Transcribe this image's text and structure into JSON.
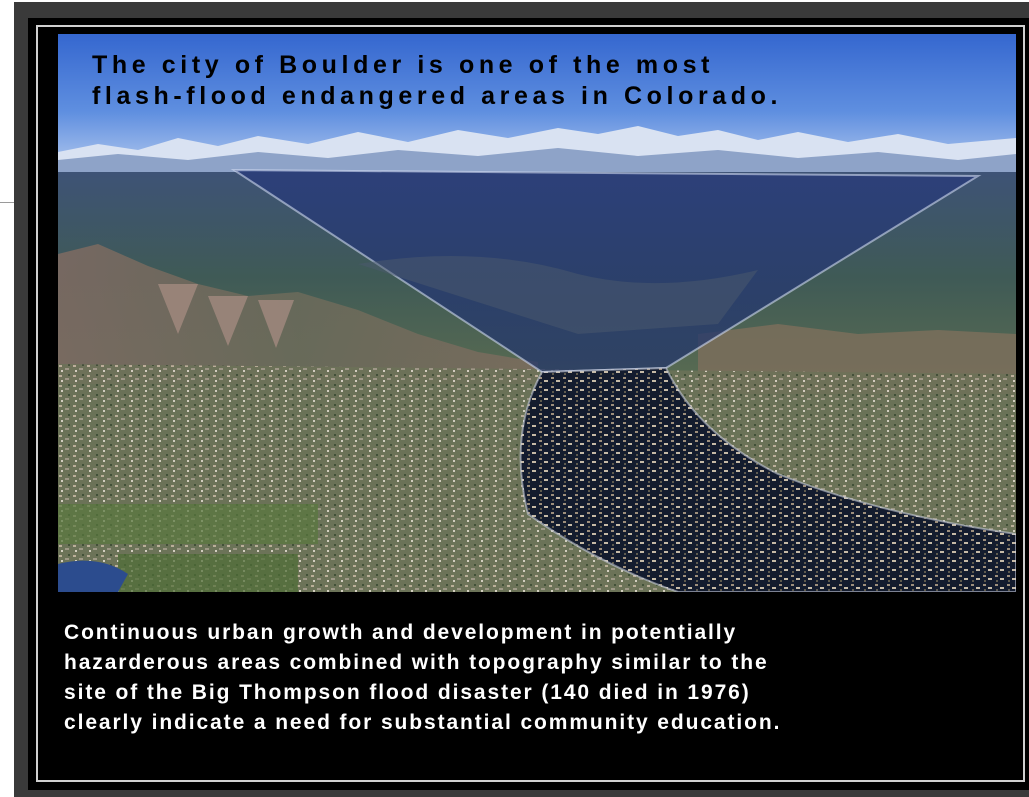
{
  "headline": {
    "line1": "The city of Boulder is one of the most",
    "line2": "flash-flood endangered areas in Colorado."
  },
  "caption": {
    "line1": "Continuous urban growth and development in potentially",
    "line2": "hazarderous areas combined with topography similar to the",
    "line3": "site of the Big Thompson flood disaster (140 died in 1976)",
    "line4": "clearly indicate a need for substantial community education."
  },
  "colors": {
    "slide_background": "#000000",
    "headline_text": "#000000",
    "caption_text": "#ffffff",
    "sky": "#3f6fd0",
    "plains": "#5e6d55",
    "highlight_overlay": "#1c2c6a"
  },
  "photo": {
    "subject": "aerial photo of Boulder with highlighted canyon and flood zone"
  }
}
